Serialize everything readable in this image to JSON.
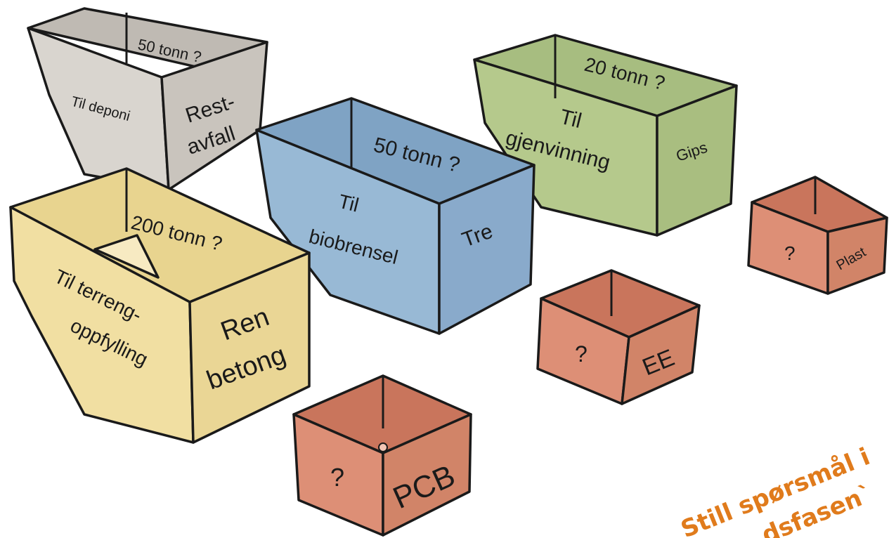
{
  "colors": {
    "grey": "#d9d5cf",
    "grey_dark": "#c4bfb8",
    "blue": "#98b9d5",
    "blue_dark": "#86a8c6",
    "green": "#b5c98c",
    "green_dark": "#a3b87a",
    "yellow": "#f1dfa2",
    "yellow_dark": "#e3cf8e",
    "red": "#dd8f76",
    "red_dark": "#c97c63",
    "overlay": "#e07b1c"
  },
  "containers": {
    "rest": {
      "front": "Til deponi",
      "side_1": "Rest-",
      "side_2": "avfall",
      "top": "50 tonn ?"
    },
    "tre": {
      "front_1": "Til",
      "front_2": "biobrensel",
      "side": "Tre",
      "top": "50 tonn ?"
    },
    "gips": {
      "front_1": "Til",
      "front_2": "gjenvinning",
      "side": "Gips",
      "top": "20 tonn ?"
    },
    "betong": {
      "front_1": "Til terreng-",
      "front_2": "oppfylling",
      "side_1": "Ren",
      "side_2": "betong",
      "top": "200 tonn ?"
    },
    "pcb": {
      "front": "?",
      "side": "PCB"
    },
    "ee": {
      "front": "?",
      "side": "EE"
    },
    "plast": {
      "front": "?",
      "side": "Plast"
    }
  },
  "overlay": {
    "line_1": "Still spørsmål i",
    "line_2": "dsfasen`"
  }
}
